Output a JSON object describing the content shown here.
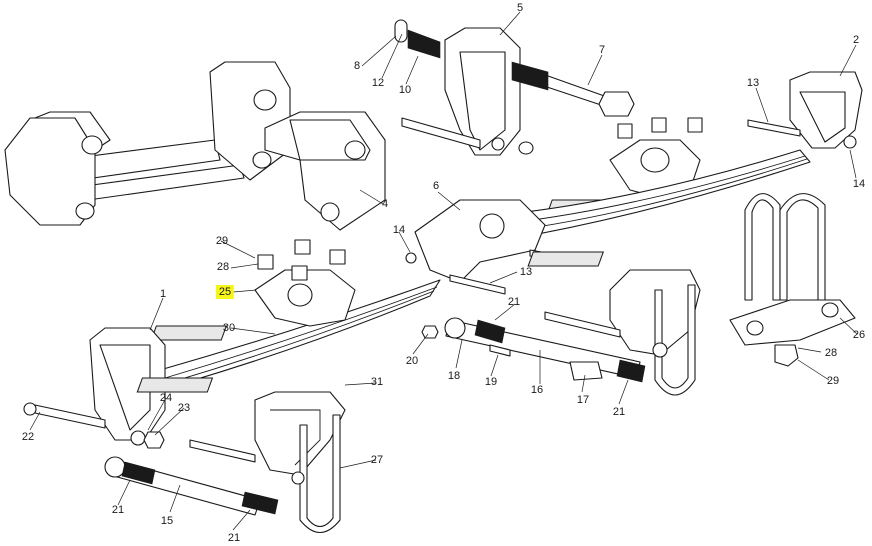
{
  "diagram": {
    "highlight_color": "#f5f51a",
    "line_color": "#1a1a1a",
    "callouts": [
      {
        "id": "c1",
        "label": "1"
      },
      {
        "id": "c2",
        "label": "2"
      },
      {
        "id": "c4",
        "label": "4"
      },
      {
        "id": "c5",
        "label": "5"
      },
      {
        "id": "c6",
        "label": "6"
      },
      {
        "id": "c7",
        "label": "7"
      },
      {
        "id": "c8",
        "label": "8"
      },
      {
        "id": "c10",
        "label": "10"
      },
      {
        "id": "c12",
        "label": "12"
      },
      {
        "id": "c13a",
        "label": "13"
      },
      {
        "id": "c13b",
        "label": "13"
      },
      {
        "id": "c14a",
        "label": "14"
      },
      {
        "id": "c14b",
        "label": "14"
      },
      {
        "id": "c15",
        "label": "15"
      },
      {
        "id": "c16",
        "label": "16"
      },
      {
        "id": "c17",
        "label": "17"
      },
      {
        "id": "c18",
        "label": "18"
      },
      {
        "id": "c19",
        "label": "19"
      },
      {
        "id": "c20",
        "label": "20"
      },
      {
        "id": "c21a",
        "label": "21"
      },
      {
        "id": "c21b",
        "label": "21"
      },
      {
        "id": "c21c",
        "label": "21"
      },
      {
        "id": "c21d",
        "label": "21"
      },
      {
        "id": "c22",
        "label": "22"
      },
      {
        "id": "c23",
        "label": "23"
      },
      {
        "id": "c24",
        "label": "24"
      },
      {
        "id": "c25",
        "label": "25",
        "highlighted": true
      },
      {
        "id": "c26",
        "label": "26"
      },
      {
        "id": "c27",
        "label": "27"
      },
      {
        "id": "c28a",
        "label": "28"
      },
      {
        "id": "c28b",
        "label": "28"
      },
      {
        "id": "c29a",
        "label": "29"
      },
      {
        "id": "c29b",
        "label": "29"
      },
      {
        "id": "c30",
        "label": "30"
      },
      {
        "id": "c31",
        "label": "31"
      }
    ]
  }
}
